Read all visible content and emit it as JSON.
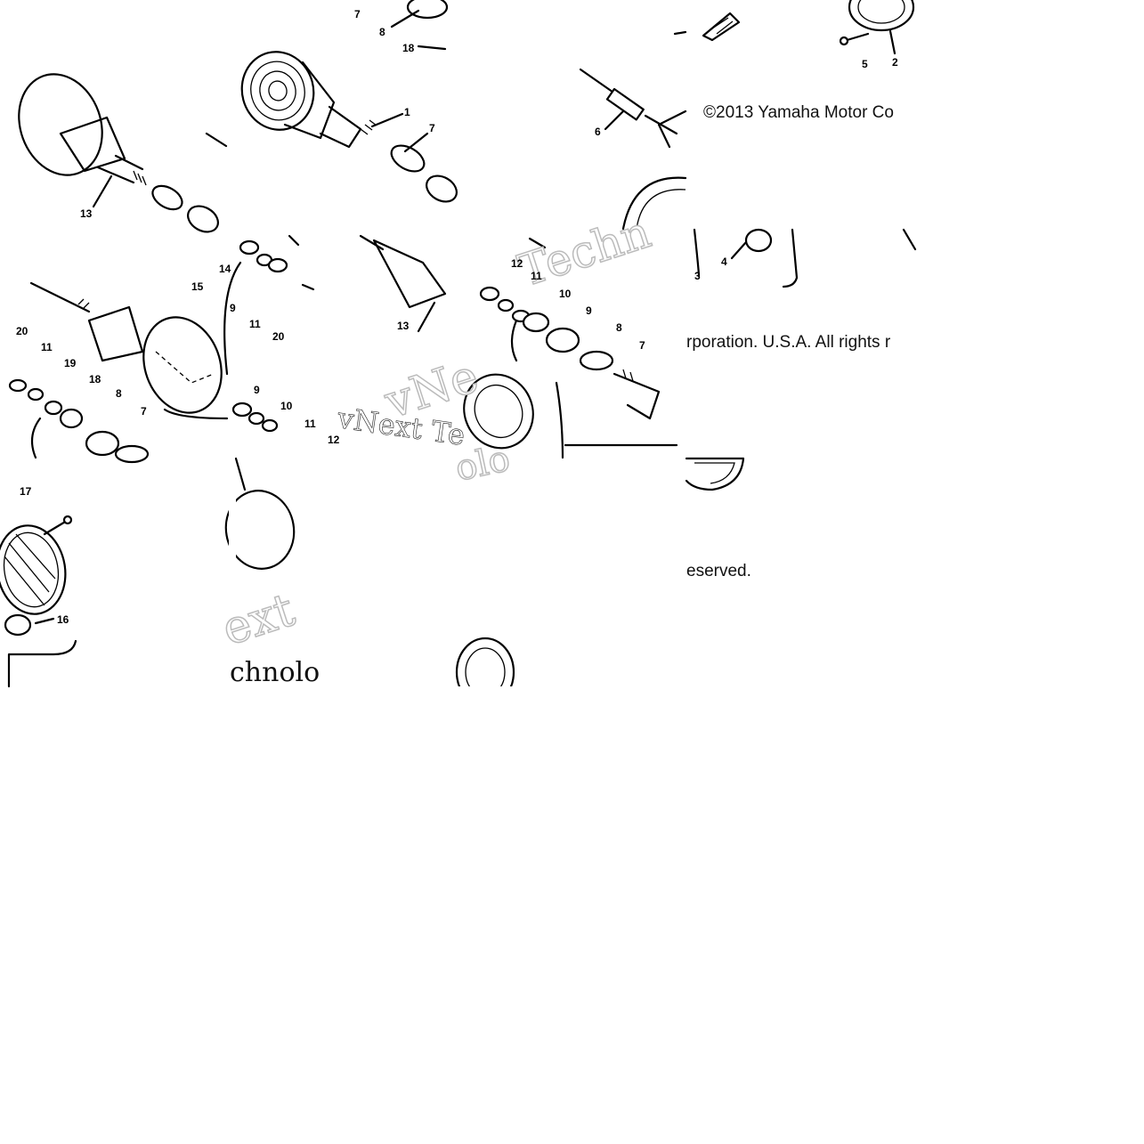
{
  "copyright": {
    "part1": "©2013 Yamaha Motor Co",
    "part2": "rporation. U.S.A. All rights r",
    "part3": "eserved."
  },
  "watermark": {
    "t1": "Techn",
    "t2": "vNext Te",
    "t3": "vNe",
    "t4": "ext",
    "t5": "chnolo",
    "t6": "olo"
  },
  "callouts": [
    {
      "id": "c1",
      "text": "7"
    },
    {
      "id": "c2",
      "text": "8"
    },
    {
      "id": "c3",
      "text": "18"
    },
    {
      "id": "c4",
      "text": "1"
    },
    {
      "id": "c5",
      "text": "7"
    },
    {
      "id": "c6",
      "text": "13"
    },
    {
      "id": "c7",
      "text": "6"
    },
    {
      "id": "c8",
      "text": "5"
    },
    {
      "id": "c9",
      "text": "2"
    },
    {
      "id": "c10",
      "text": "3"
    },
    {
      "id": "c11",
      "text": "4"
    },
    {
      "id": "c12",
      "text": "20"
    },
    {
      "id": "c13",
      "text": "11"
    },
    {
      "id": "c14",
      "text": "19"
    },
    {
      "id": "c15",
      "text": "18"
    },
    {
      "id": "c16",
      "text": "8"
    },
    {
      "id": "c17",
      "text": "7"
    },
    {
      "id": "c18",
      "text": "15"
    },
    {
      "id": "c19",
      "text": "14"
    },
    {
      "id": "c20",
      "text": "9"
    },
    {
      "id": "c21",
      "text": "11"
    },
    {
      "id": "c22",
      "text": "20"
    },
    {
      "id": "c23",
      "text": "13"
    },
    {
      "id": "c24",
      "text": "12"
    },
    {
      "id": "c25",
      "text": "11"
    },
    {
      "id": "c26",
      "text": "10"
    },
    {
      "id": "c27",
      "text": "9"
    },
    {
      "id": "c28",
      "text": "8"
    },
    {
      "id": "c29",
      "text": "7"
    },
    {
      "id": "c30",
      "text": "9"
    },
    {
      "id": "c31",
      "text": "10"
    },
    {
      "id": "c32",
      "text": "11"
    },
    {
      "id": "c33",
      "text": "12"
    },
    {
      "id": "c34",
      "text": "17"
    },
    {
      "id": "c35",
      "text": "16"
    }
  ]
}
